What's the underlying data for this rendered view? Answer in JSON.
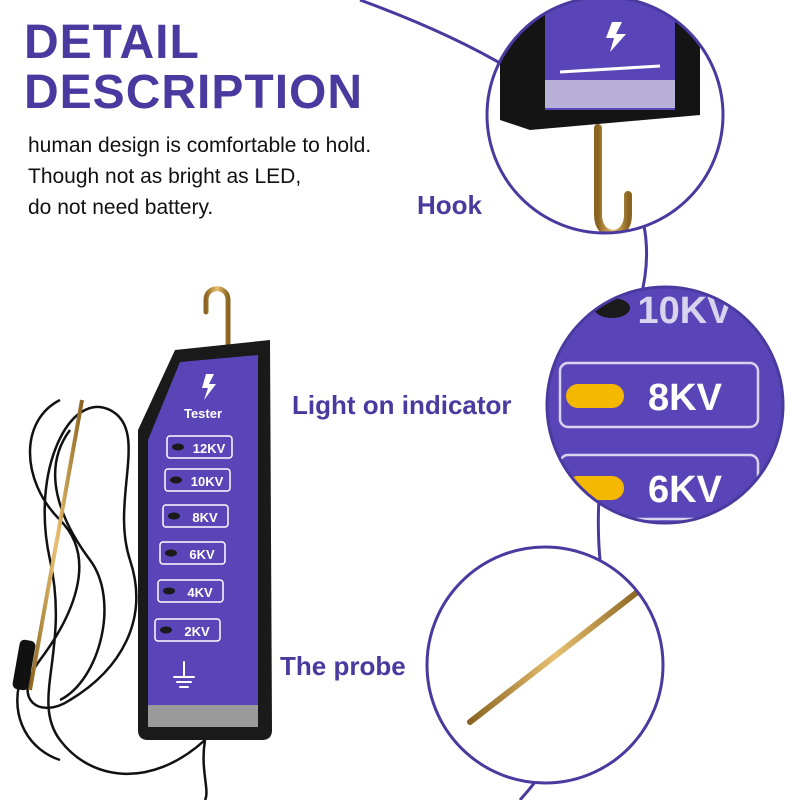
{
  "heading": {
    "line1": "DETAIL",
    "line2": "DESCRIPTION"
  },
  "intro": {
    "line1": "human design is comfortable to hold.",
    "line2": "Though not as bright as LED,",
    "line3": "do not need battery."
  },
  "callouts": {
    "hook": "Hook",
    "indicator": "Light on indicator",
    "probe": "The probe"
  },
  "tester": {
    "label": "Tester",
    "levels": [
      "12KV",
      "10KV",
      "8KV",
      "6KV",
      "4KV",
      "2KV"
    ]
  },
  "zoom_indicator": {
    "levels": [
      "10KV",
      "8KV",
      "6KV"
    ]
  },
  "colors": {
    "brand_purple": "#4a3aa0",
    "panel_purple": "#5a45b8",
    "lamp_on": "#f5b800",
    "probe_gold": "#c99a3a"
  },
  "icons": [
    "lightning-icon",
    "ground-icon"
  ]
}
